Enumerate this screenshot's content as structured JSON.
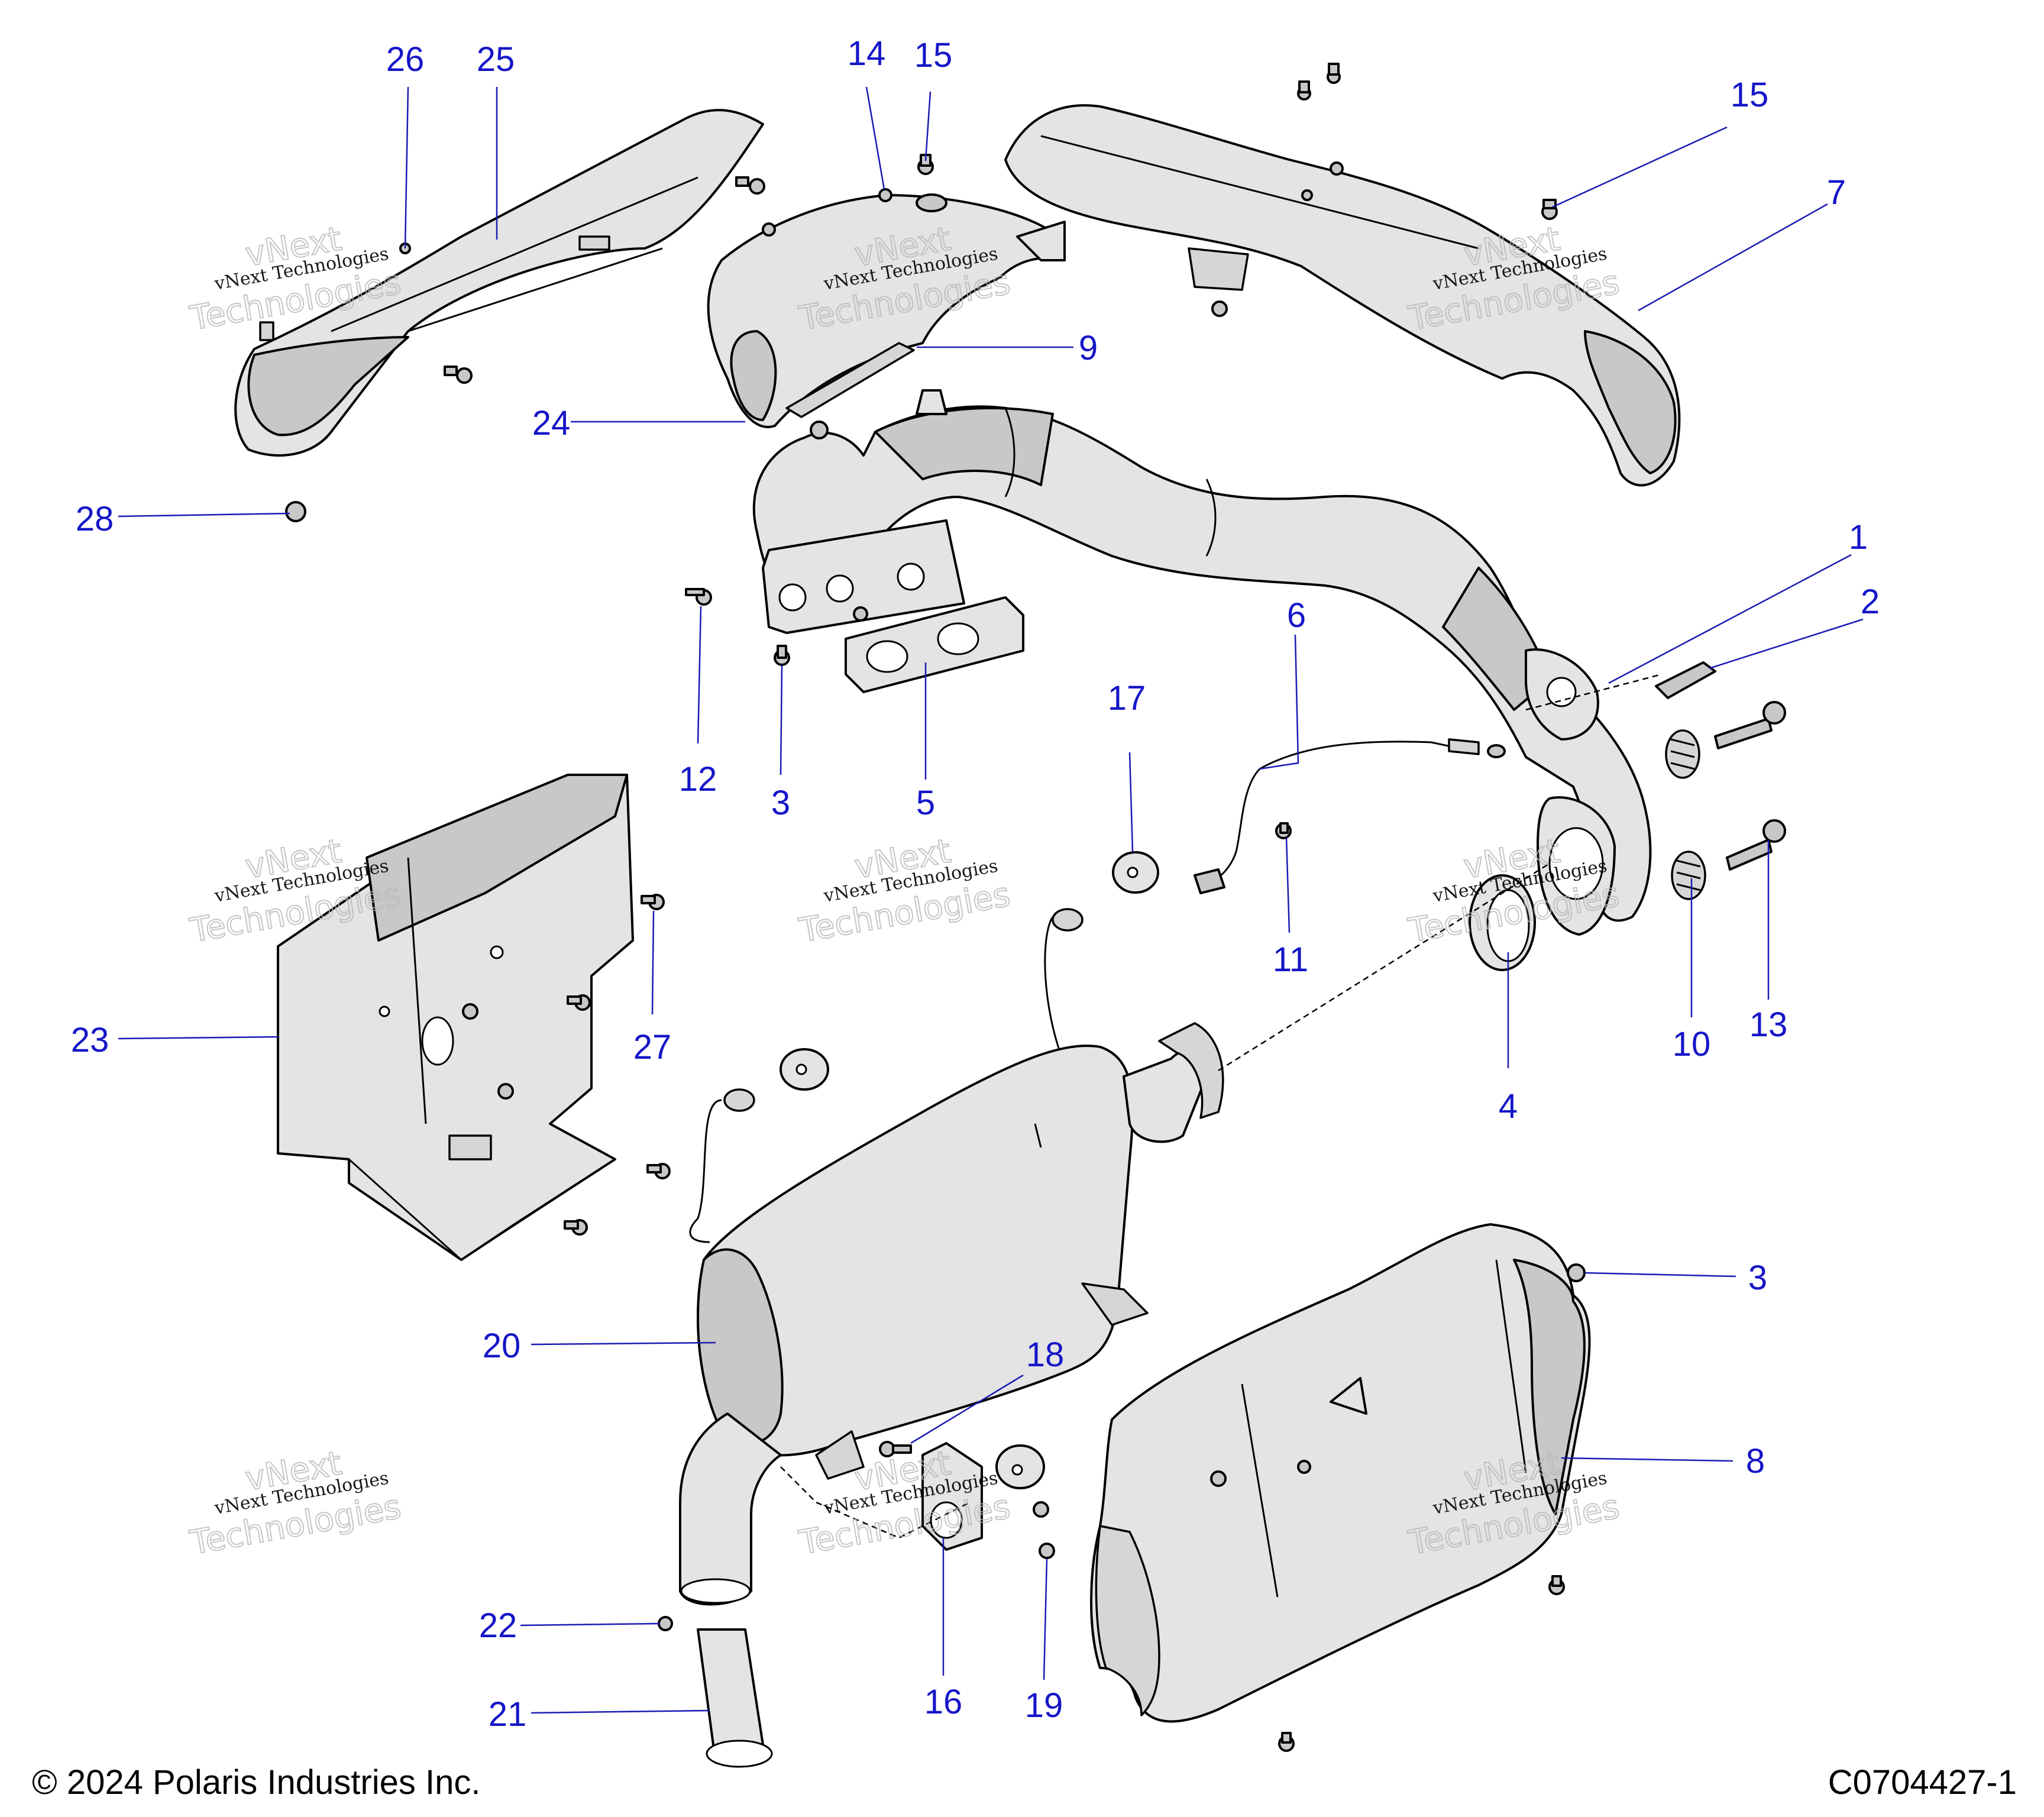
{
  "callouts": [
    {
      "label": "1"
    },
    {
      "label": "2"
    },
    {
      "label": "3"
    },
    {
      "label": "3"
    },
    {
      "label": "4"
    },
    {
      "label": "5"
    },
    {
      "label": "6"
    },
    {
      "label": "7"
    },
    {
      "label": "8"
    },
    {
      "label": "9"
    },
    {
      "label": "10"
    },
    {
      "label": "11"
    },
    {
      "label": "12"
    },
    {
      "label": "13"
    },
    {
      "label": "14"
    },
    {
      "label": "15"
    },
    {
      "label": "15"
    },
    {
      "label": "16"
    },
    {
      "label": "17"
    },
    {
      "label": "18"
    },
    {
      "label": "19"
    },
    {
      "label": "20"
    },
    {
      "label": "21"
    },
    {
      "label": "22"
    },
    {
      "label": "23"
    },
    {
      "label": "24"
    },
    {
      "label": "25"
    },
    {
      "label": "26"
    },
    {
      "label": "27"
    },
    {
      "label": "28"
    }
  ],
  "watermark": {
    "line1": "vNext Technologies",
    "line2": "vNext",
    "line3": "Technologies"
  },
  "footer": {
    "copyright": "© 2024 Polaris Industries Inc.",
    "drawing_number": "C0704427-1"
  }
}
